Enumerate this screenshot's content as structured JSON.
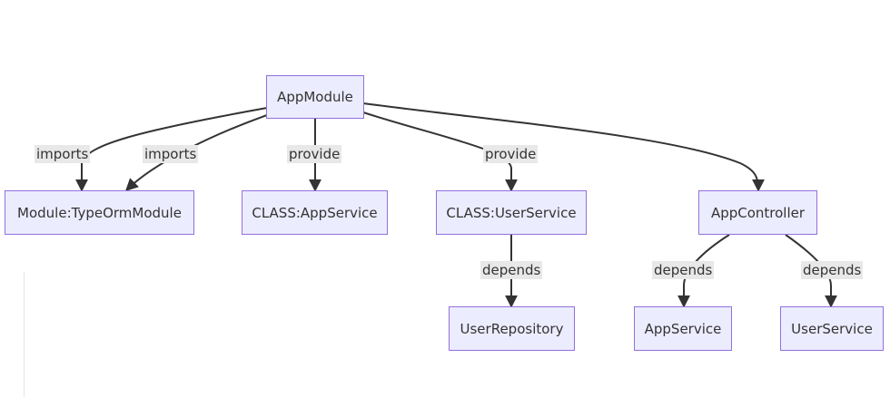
{
  "colors": {
    "node_fill": "#ececff",
    "node_border": "#9370db",
    "edge": "#333333",
    "label_background": "#e8e8e8",
    "text": "#333333"
  },
  "nodes": {
    "app_module": "AppModule",
    "typeorm_module": "Module:TypeOrmModule",
    "class_app_service": "CLASS:AppService",
    "class_user_service": "CLASS:UserService",
    "app_controller": "AppController",
    "user_repository": "UserRepository",
    "app_service": "AppService",
    "user_service": "UserService"
  },
  "edges": [
    {
      "from": "AppModule",
      "to": "Module:TypeOrmModule",
      "label": "imports"
    },
    {
      "from": "AppModule",
      "to": "Module:TypeOrmModule",
      "label": "imports"
    },
    {
      "from": "AppModule",
      "to": "CLASS:AppService",
      "label": "provide"
    },
    {
      "from": "AppModule",
      "to": "CLASS:UserService",
      "label": "provide"
    },
    {
      "from": "AppModule",
      "to": "AppController",
      "label": ""
    },
    {
      "from": "CLASS:UserService",
      "to": "UserRepository",
      "label": "depends"
    },
    {
      "from": "AppController",
      "to": "AppService",
      "label": "depends"
    },
    {
      "from": "AppController",
      "to": "UserService",
      "label": "depends"
    }
  ]
}
